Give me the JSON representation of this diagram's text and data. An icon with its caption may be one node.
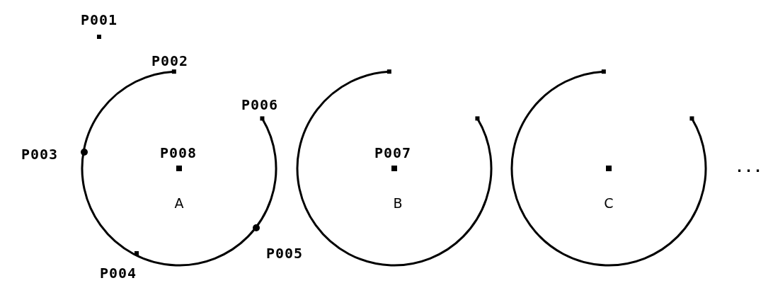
{
  "diagram": {
    "labels": [
      "P001",
      "P002",
      "P006",
      "P003",
      "P008",
      "P007",
      "A",
      "B",
      "C",
      "...",
      "P005",
      "P004"
    ]
  }
}
